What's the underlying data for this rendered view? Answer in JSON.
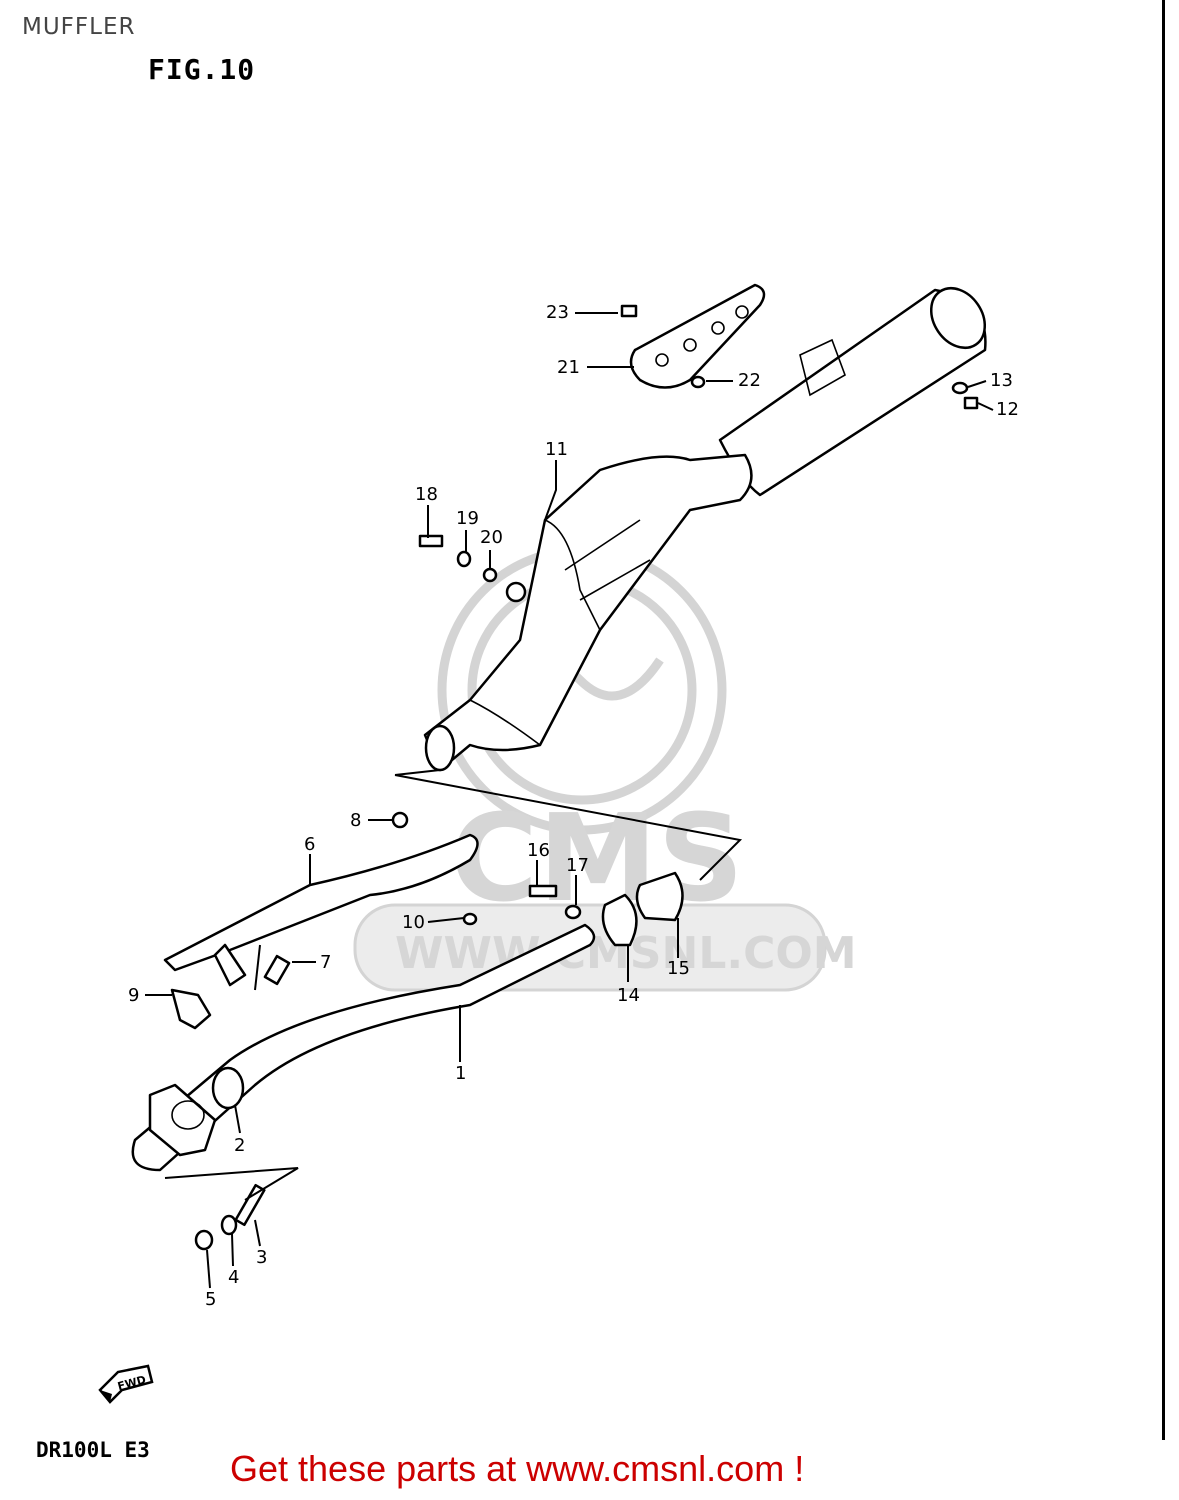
{
  "header": {
    "title": "MUFFLER",
    "figure": "FIG.10"
  },
  "watermark": {
    "logo_text": "CMS",
    "url_text": "WWW.CMSNL.COM"
  },
  "callouts": [
    "1",
    "2",
    "3",
    "4",
    "5",
    "6",
    "7",
    "8",
    "9",
    "10",
    "11",
    "12",
    "13",
    "14",
    "15",
    "16",
    "17",
    "18",
    "19",
    "20",
    "21",
    "22",
    "23"
  ],
  "direction_badge": "FWD",
  "footer": {
    "model": "DR100L E3",
    "cta": "Get these parts at www.cmsnl.com !"
  },
  "colors": {
    "cta": "#cc0000",
    "watermark": "#d4d4d4"
  }
}
